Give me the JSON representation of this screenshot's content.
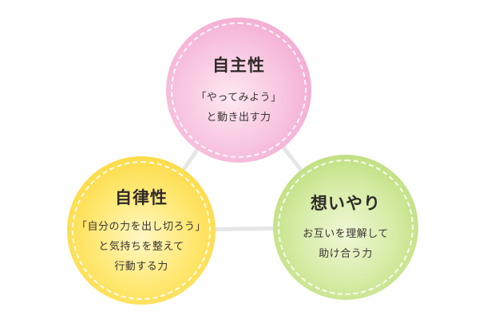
{
  "nodes": {
    "autonomy": {
      "title": "自主性",
      "lines": [
        "「やってみよう」",
        "と動き出す力"
      ],
      "color": "#f4b3d6"
    },
    "discipline": {
      "title": "自律性",
      "lines": [
        "「自分の力を出し切ろう」",
        "と気持ちを整えて",
        "行動する力"
      ],
      "color": "#fde04f"
    },
    "empathy": {
      "title": "想いやり",
      "lines": [
        "お互いを理解して",
        "助け合う力"
      ],
      "color": "#c8e38a"
    }
  },
  "connector_color": "#e6e6e6"
}
